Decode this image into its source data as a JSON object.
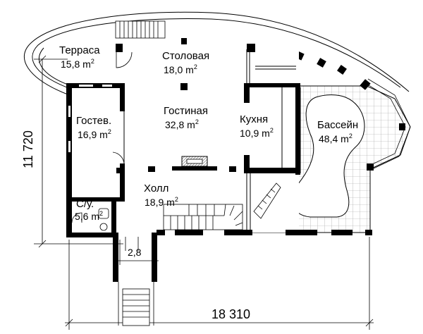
{
  "rooms": {
    "terrace": {
      "name": "Терраса",
      "area": "15,8 m",
      "unit_exp": "2"
    },
    "dining": {
      "name": "Столовая",
      "area": "18,0 m",
      "unit_exp": "2"
    },
    "guest": {
      "name": "Гостев.",
      "area": "16,9 m",
      "unit_exp": "2"
    },
    "living": {
      "name": "Гостиная",
      "area": "32,8 m",
      "unit_exp": "2"
    },
    "kitchen": {
      "name": "Кухня",
      "area": "10,9 m",
      "unit_exp": "2"
    },
    "pool": {
      "name": "Бассейн",
      "area": "48,4 m",
      "unit_exp": "2"
    },
    "hall": {
      "name": "Холл",
      "area": "18,9 m",
      "unit_exp": "2"
    },
    "bathroom": {
      "name": "С/у.",
      "area": "5,6 m",
      "unit_exp": "2"
    }
  },
  "dimensions": {
    "width": "18 310",
    "height": "11 720",
    "vestibule": "2,8"
  }
}
